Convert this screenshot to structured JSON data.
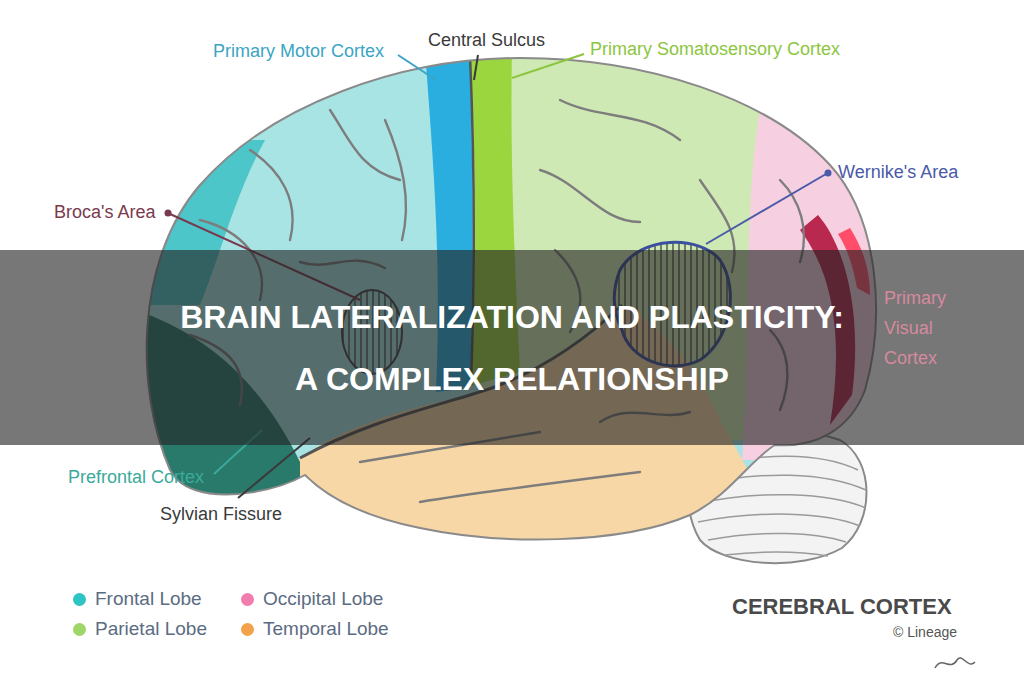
{
  "diagram": {
    "title": "BRAIN LATERALIZATION AND PLASTICITY: A COMPLEX RELATIONSHIP",
    "labels": [
      "Primary Motor Cortex",
      "Central Sulcus",
      "Primary Somatosensory Cortex",
      "Broca's Area",
      "Wernike's Area",
      "Primary Visual Cortex",
      "Prefrontal Cortex",
      "Sylvian Fissure",
      "CEREBRAL CORTEX",
      "© Lineage"
    ],
    "legend": [
      {
        "text": "Frontal Lobe",
        "color": "#2ec4c6"
      },
      {
        "text": "Parietal Lobe",
        "color": "#9fd66a"
      },
      {
        "text": "Occipital Lobe",
        "color": "#f27cae"
      },
      {
        "text": "Temporal Lobe",
        "color": "#f3a24a"
      }
    ]
  }
}
